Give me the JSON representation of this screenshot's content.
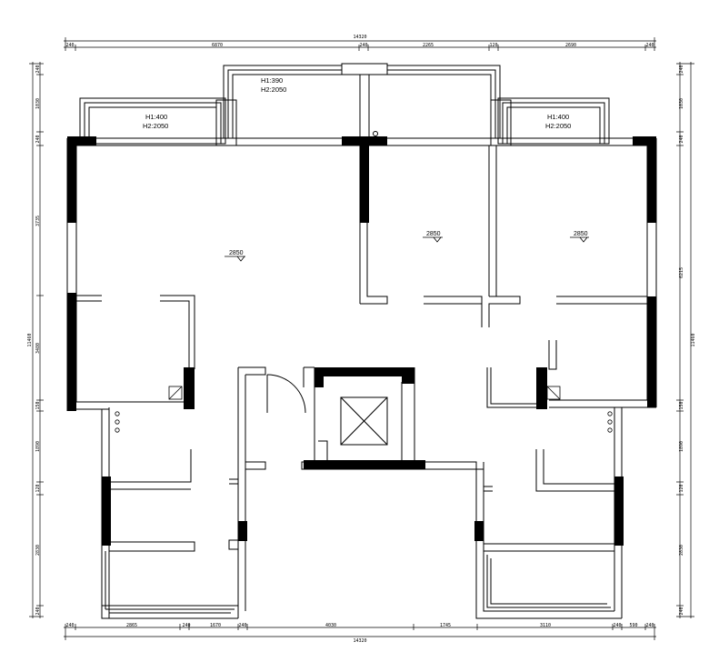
{
  "dimensions": {
    "top_total": "14320",
    "top_segments": [
      "240",
      "6870",
      "240",
      "2265",
      "120",
      "2690",
      "240"
    ],
    "bottom_total": "14320",
    "bottom_segments": [
      "240",
      "2865",
      "240",
      "1670",
      "240",
      "4030",
      "1745",
      "3110",
      "240",
      "590",
      "240"
    ],
    "left_total": "11460",
    "left_segments": [
      "240",
      "1030",
      "240",
      "3735",
      "3480",
      "150",
      "1890",
      "120",
      "2830",
      "240"
    ],
    "right_total": "11460",
    "right_segments": [
      "240",
      "1030",
      "240",
      "6215",
      "150",
      "1890",
      "120",
      "2830",
      "240"
    ]
  },
  "balconies": [
    {
      "h1": "H1:390",
      "h2": "H2:2050"
    },
    {
      "h1": "H1:400",
      "h2": "H2:2050"
    },
    {
      "h1": "H1:400",
      "h2": "H2:2050"
    }
  ],
  "ceiling_heights": [
    "2850",
    "2850",
    "2850"
  ]
}
